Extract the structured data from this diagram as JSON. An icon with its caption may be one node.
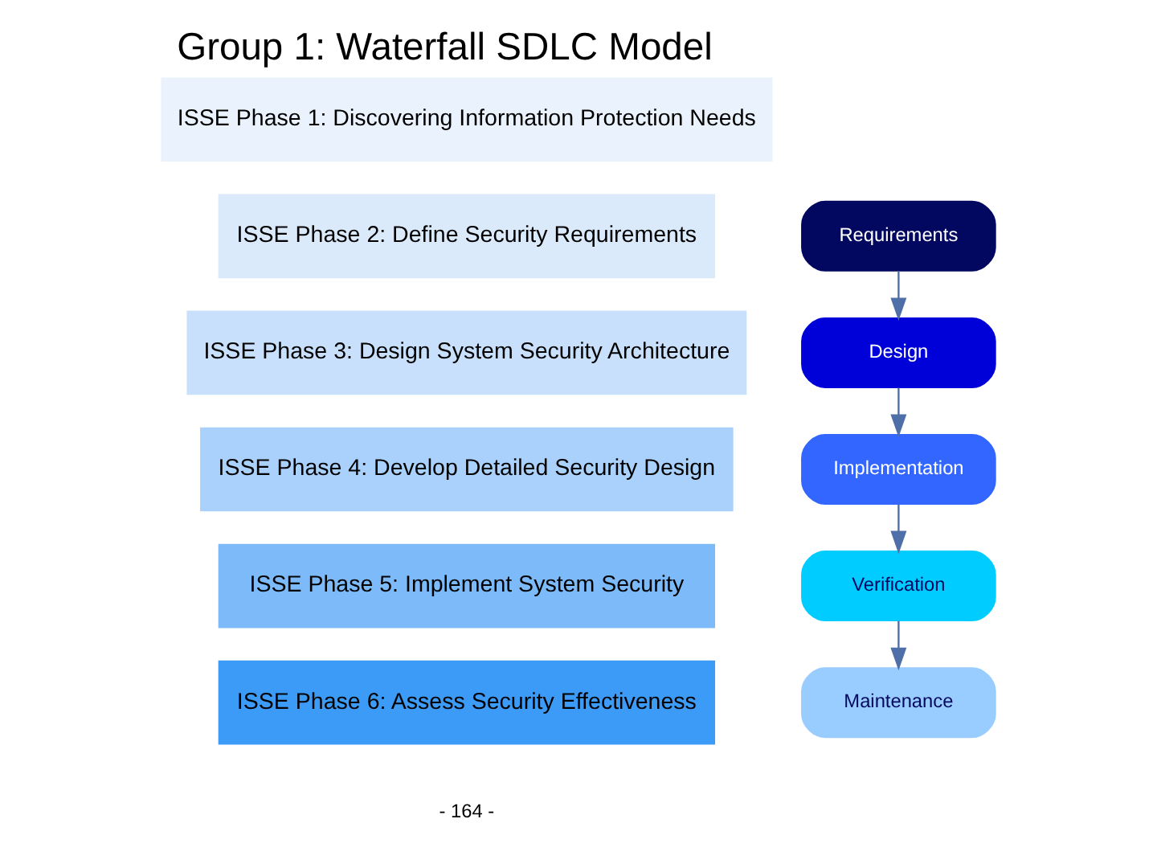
{
  "diagram": {
    "title": "Group 1: Waterfall SDLC Model",
    "nodes": [
      {
        "text": [
          "ISSE Phase 1: Discovering Information Protection Needs"
        ]
      },
      {
        "text": [
          "ISSE Phase 2: Define Security Requirements"
        ]
      },
      {
        "text": [
          "ISSE Phase 3: Design System Security Architecture"
        ]
      },
      {
        "text": [
          "ISSE Phase 4: Develop Detailed Security Design"
        ]
      },
      {
        "text": [
          "ISSE Phase 5: Implement System Security"
        ]
      },
      {
        "text": [
          "ISSE Phase 6: Assess Security Effectiveness"
        ]
      },
      {
        "text": [
          "Requirements"
        ]
      },
      {
        "text": [
          "Design"
        ]
      },
      {
        "text": [
          "Implementation"
        ]
      },
      {
        "text": [
          "Verification"
        ]
      },
      {
        "text": [
          "Maintenance"
        ]
      }
    ],
    "edges": [
      {
        "from": 6,
        "to": 7,
        "arrow": "to"
      },
      {
        "from": 7,
        "to": 8,
        "arrow": "to"
      },
      {
        "from": 8,
        "to": 9,
        "arrow": "to"
      },
      {
        "from": 9,
        "to": 10,
        "arrow": "to"
      }
    ],
    "labels": [
      "- 164 -"
    ]
  }
}
